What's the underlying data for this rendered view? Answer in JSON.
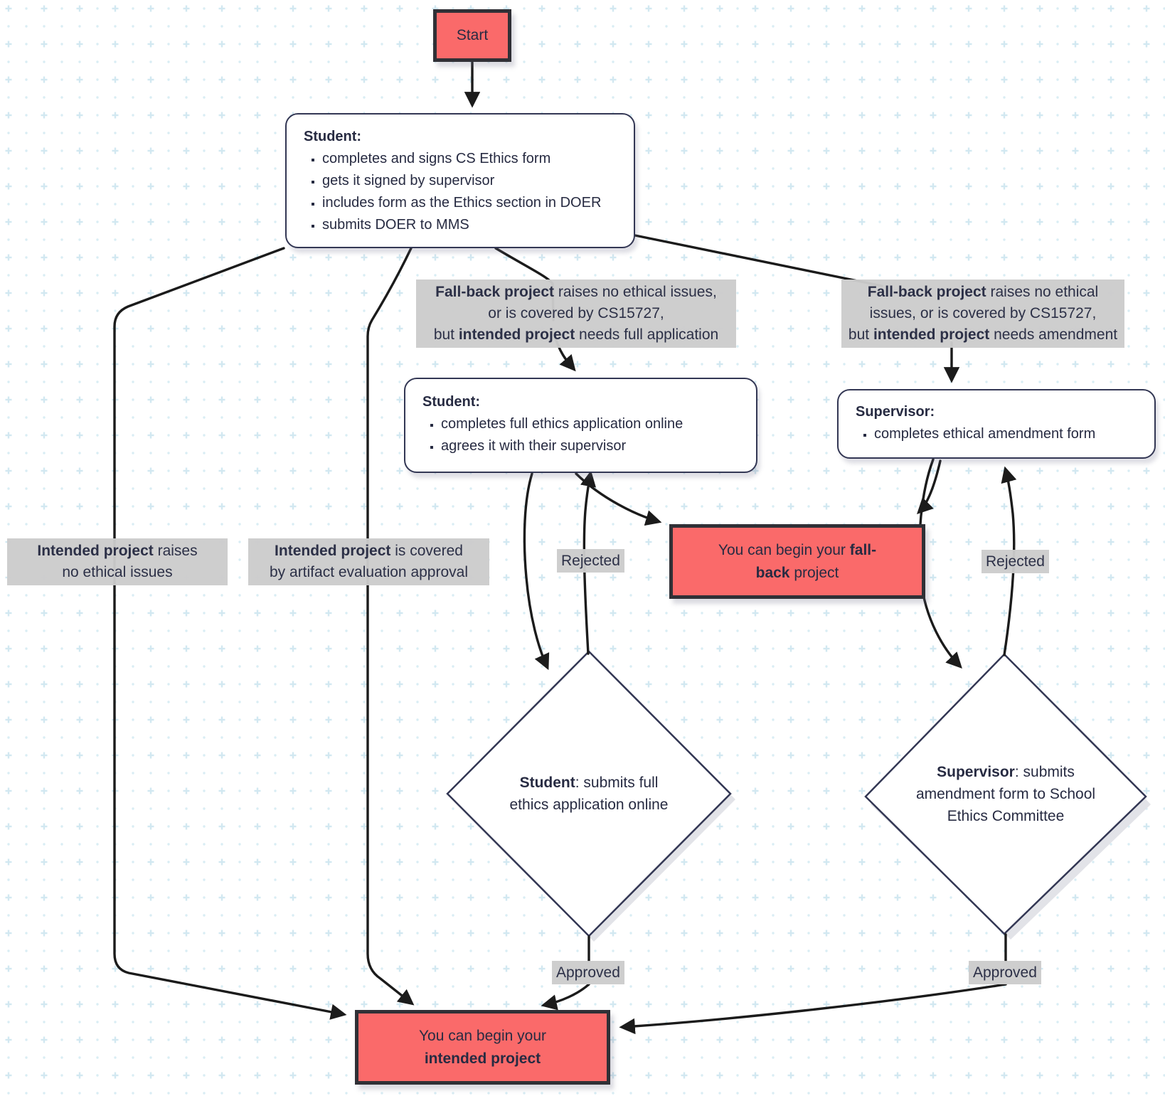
{
  "colors": {
    "terminal_fill": "#fa6a6a",
    "terminal_border": "#303036",
    "node_border": "#333754",
    "edge_stroke": "#1b1b1b",
    "edge_label_bg": "#cccccc",
    "text": "#272b42",
    "pattern_plus": "#d2e8f1",
    "pattern_dot": "#d9edf4"
  },
  "nodes": {
    "start": {
      "label": "Start"
    },
    "student1": {
      "title": "Student:",
      "bullets": [
        "completes and signs CS Ethics form",
        "gets it signed by supervisor",
        "includes form as the Ethics section in DOER",
        "submits DOER to MMS"
      ]
    },
    "student2": {
      "title": "Student:",
      "bullets": [
        "completes full ethics application online",
        "agrees it with their supervisor"
      ]
    },
    "supervisor": {
      "title": "Supervisor:",
      "bullets": [
        "completes ethical amendment form"
      ]
    },
    "diamond_student": {
      "lines": [
        [
          {
            "t": "Student",
            "b": true
          },
          {
            "t": ": submits full"
          }
        ],
        [
          {
            "t": "ethics application online"
          }
        ]
      ]
    },
    "diamond_supervisor": {
      "lines": [
        [
          {
            "t": "Supervisor",
            "b": true
          },
          {
            "t": ": submits"
          }
        ],
        [
          {
            "t": "amendment form to School"
          }
        ],
        [
          {
            "t": "Ethics Committee"
          }
        ]
      ]
    },
    "fallback_outcome": {
      "lines": [
        [
          {
            "t": "You can begin your "
          },
          {
            "t": "fall-",
            "b": true
          }
        ],
        [
          {
            "t": "back",
            "b": true
          },
          {
            "t": " project"
          }
        ]
      ]
    },
    "intended_outcome": {
      "lines": [
        [
          {
            "t": "You can begin your"
          }
        ],
        [
          {
            "t": "intended project",
            "b": true
          }
        ]
      ]
    }
  },
  "edge_labels": {
    "intended_no_issues": {
      "lines": [
        [
          {
            "t": "Intended project",
            "b": true
          },
          {
            "t": " raises"
          }
        ],
        [
          {
            "t": "no ethical issues"
          }
        ]
      ]
    },
    "intended_artifact": {
      "lines": [
        [
          {
            "t": "Intended project",
            "b": true
          },
          {
            "t": " is covered"
          }
        ],
        [
          {
            "t": "by artifact evaluation approval"
          }
        ]
      ]
    },
    "fallback_full_app": {
      "lines": [
        [
          {
            "t": "Fall-back project",
            "b": true
          },
          {
            "t": " raises no ethical issues,"
          }
        ],
        [
          {
            "t": "or is covered by CS15727,"
          }
        ],
        [
          {
            "t": "but "
          },
          {
            "t": "intended project",
            "b": true
          },
          {
            "t": " needs full application"
          }
        ]
      ]
    },
    "fallback_amendment": {
      "lines": [
        [
          {
            "t": "Fall-back project",
            "b": true
          },
          {
            "t": " raises no ethical"
          }
        ],
        [
          {
            "t": "issues, or is covered by CS15727,"
          }
        ],
        [
          {
            "t": "but "
          },
          {
            "t": "intended project",
            "b": true
          },
          {
            "t": " needs amendment"
          }
        ]
      ]
    },
    "rejected_left": "Rejected",
    "rejected_right": "Rejected",
    "approved_left": "Approved",
    "approved_right": "Approved"
  }
}
